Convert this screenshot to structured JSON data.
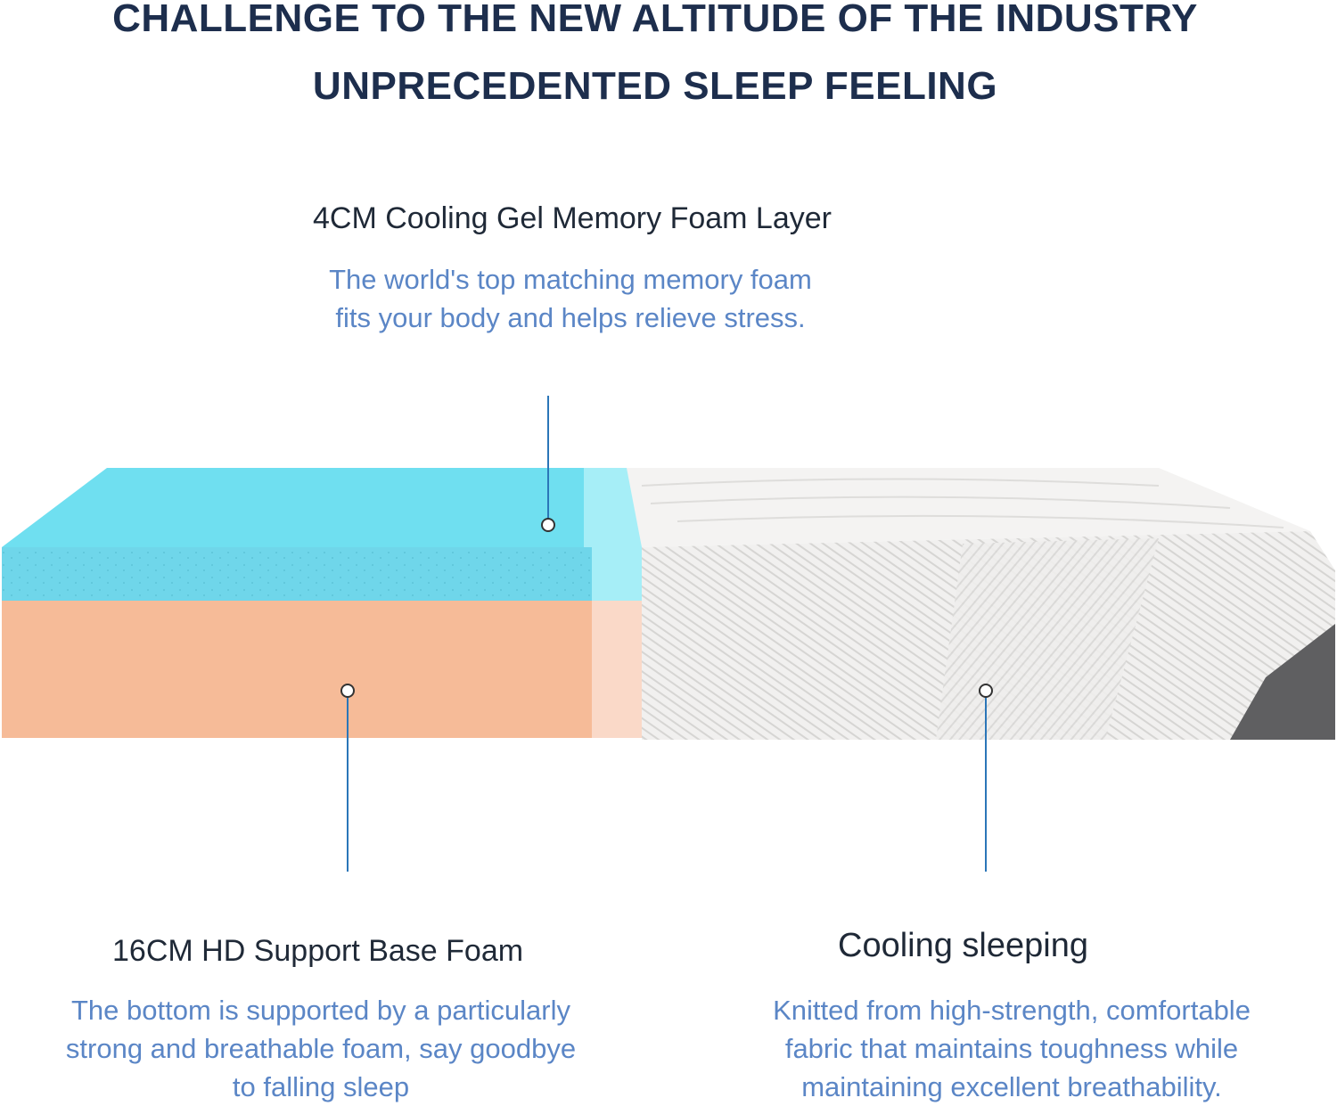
{
  "headline": {
    "line1": "CHALLENGE TO THE NEW ALTITUDE OF THE INDUSTRY",
    "line2": "UNPRECEDENTED SLEEP FEELING"
  },
  "layers": {
    "top": {
      "title": "4CM Cooling Gel Memory Foam Layer",
      "desc_lines": [
        "The world's top matching memory foam",
        "fits your body and helps relieve stress."
      ]
    },
    "base": {
      "title": "16CM HD Support Base Foam",
      "desc_lines": [
        "The bottom is supported by a particularly",
        "strong and breathable foam, say goodbye",
        "to falling sleep"
      ]
    },
    "cover": {
      "title": "Cooling sleeping",
      "desc_lines": [
        "Knitted from high-strength, comfortable",
        "fabric that maintains toughness while",
        "maintaining excellent breathability."
      ]
    }
  },
  "colors": {
    "heading": "#1d2e4d",
    "accent_text": "#5b86c6",
    "gel_foam": "#6fd6ea",
    "base_foam": "#f6bb98",
    "cover": "#ecebea",
    "callout_line": "#2b76b8"
  }
}
